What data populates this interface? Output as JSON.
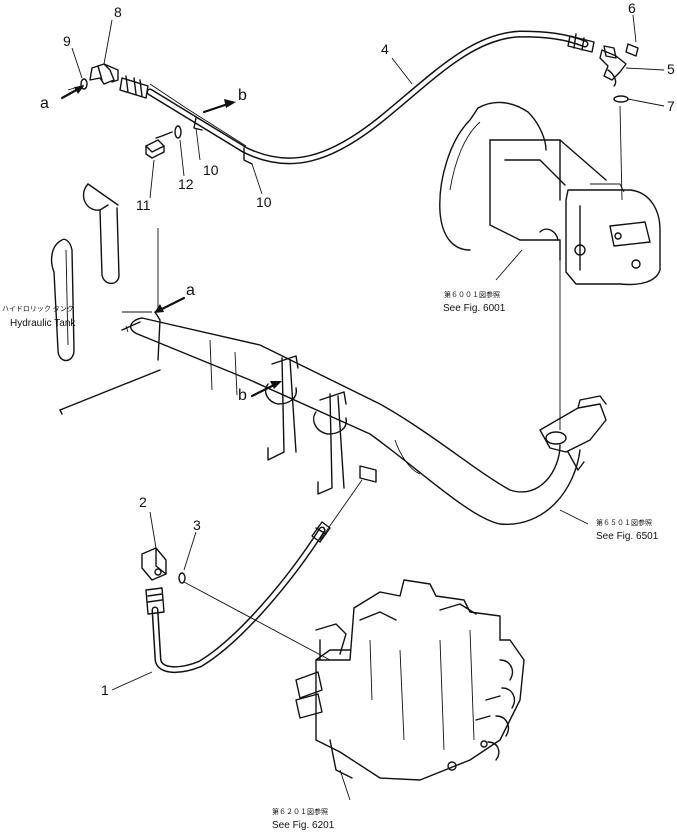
{
  "callouts": {
    "c1": "1",
    "c2": "2",
    "c3": "3",
    "c4": "4",
    "c5": "5",
    "c6": "6",
    "c7": "7",
    "c8": "8",
    "c9": "9",
    "c10a": "10",
    "c10b": "10",
    "c11": "11",
    "c12": "12"
  },
  "letters": {
    "a_top": "a",
    "b_top": "b",
    "a_tank": "a",
    "b_pipe": "b"
  },
  "refs": {
    "tank_jp": "ハイドロリック タンク",
    "tank_en": "Hydraulic Tank",
    "fig6001_jp": "第６００１図参照",
    "fig6001_en": "See Fig. 6001",
    "fig6501_jp": "第６５０１図参照",
    "fig6501_en": "See Fig. 6501",
    "fig6201_jp": "第６２０１図参照",
    "fig6201_en": "See Fig. 6201"
  }
}
